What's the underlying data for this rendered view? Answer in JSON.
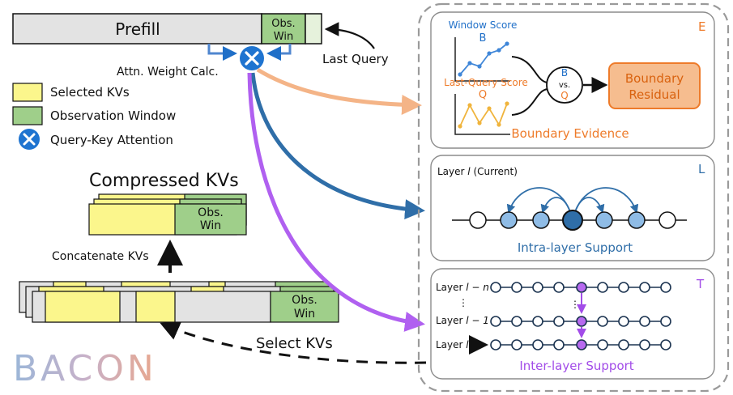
{
  "prefill": {
    "label": "Prefill",
    "obs_line1": "Obs.",
    "obs_line2": "Win"
  },
  "last_query": "Last Query",
  "attn_calc": "Attn. Weight Calc.",
  "legend": {
    "selected": "Selected KVs",
    "observation": "Observation Window",
    "qk_attention": "Query-Key Attention"
  },
  "compressed": {
    "title": "Compressed KVs",
    "obs_line1": "Obs.",
    "obs_line2": "Win"
  },
  "concat_label": "Concatenate KVs",
  "bottom_stack": {
    "obs_line1": "Obs.",
    "obs_line2": "Win"
  },
  "select_label": "Select KVs",
  "logo": "BACON",
  "panel_e": {
    "tag": "E",
    "window_score": "Window Score",
    "window_letter": "B",
    "lastq_score": "Last-Query Score",
    "lastq_letter": "Q",
    "vs_b": "B",
    "vs": "vs.",
    "vs_q": "Q",
    "residual_line1": "Boundary",
    "residual_line2": "Residual",
    "caption": "Boundary Evidence"
  },
  "panel_l": {
    "tag": "L",
    "layer_prefix": "Layer ",
    "layer_var": "l",
    "layer_suffix": " (Current)",
    "caption": "Intra-layer Support"
  },
  "panel_t": {
    "tag": "T",
    "rows": [
      {
        "prefix": "Layer ",
        "var": "l − n"
      },
      {
        "prefix": "Layer ",
        "var": "l − 1"
      },
      {
        "prefix": "Layer ",
        "var": "l"
      }
    ],
    "dots": "⋮",
    "caption": "Inter-layer Support"
  },
  "colors": {
    "yellow": "#fbf68c",
    "green": "#9fcf8a",
    "gray": "#e3e3e3",
    "blue": "#1f74d0",
    "orange": "#ee7b2a",
    "orange_fill": "#f6bd8f",
    "steel": "#2f6ea8",
    "purple": "#a24ce8",
    "light_blue_node": "#8fbce6"
  }
}
